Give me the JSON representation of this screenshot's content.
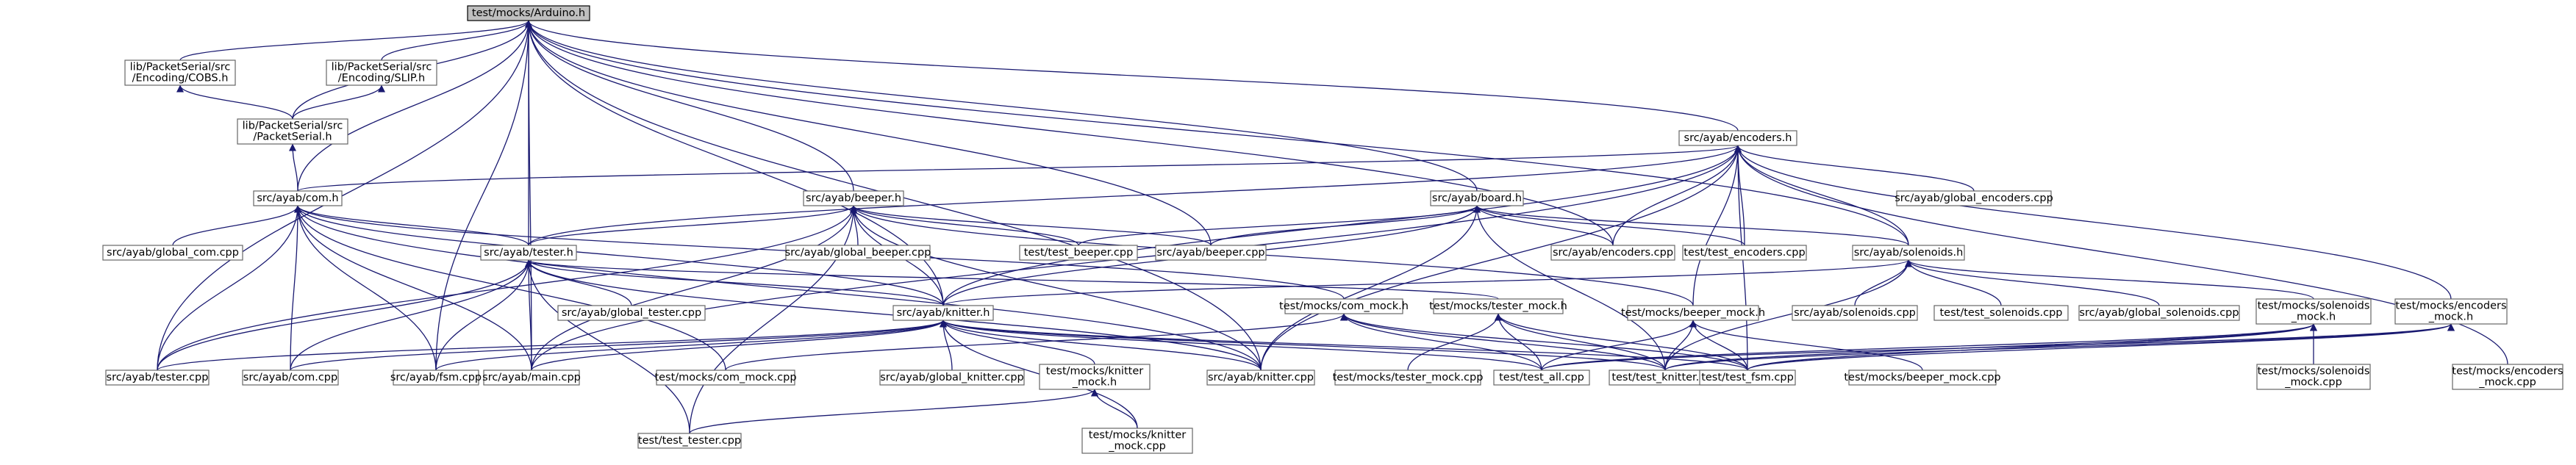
{
  "graph": {
    "colors": {
      "edge": "#191970",
      "node_border": "#666666",
      "root_fill": "#bfbfbf",
      "root_border": "#000000",
      "node_fill": "#ffffff"
    },
    "nodes": [
      {
        "id": "arduino",
        "lines": [
          "test/mocks/Arduino.h"
        ],
        "root": true
      },
      {
        "id": "cobs",
        "lines": [
          "lib/PacketSerial/src",
          "/Encoding/COBS.h"
        ]
      },
      {
        "id": "slip",
        "lines": [
          "lib/PacketSerial/src",
          "/Encoding/SLIP.h"
        ]
      },
      {
        "id": "packetserial",
        "lines": [
          "lib/PacketSerial/src",
          "/PacketSerial.h"
        ]
      },
      {
        "id": "com_h",
        "lines": [
          "src/ayab/com.h"
        ]
      },
      {
        "id": "beeper_h",
        "lines": [
          "src/ayab/beeper.h"
        ]
      },
      {
        "id": "board_h",
        "lines": [
          "src/ayab/board.h"
        ]
      },
      {
        "id": "encoders_h",
        "lines": [
          "src/ayab/encoders.h"
        ]
      },
      {
        "id": "global_encoders",
        "lines": [
          "src/ayab/global_encoders.cpp"
        ]
      },
      {
        "id": "global_com",
        "lines": [
          "src/ayab/global_com.cpp"
        ]
      },
      {
        "id": "tester_h",
        "lines": [
          "src/ayab/tester.h"
        ]
      },
      {
        "id": "global_beeper",
        "lines": [
          "src/ayab/global_beeper.cpp"
        ]
      },
      {
        "id": "test_beeper",
        "lines": [
          "test/test_beeper.cpp"
        ]
      },
      {
        "id": "beeper_cpp",
        "lines": [
          "src/ayab/beeper.cpp"
        ]
      },
      {
        "id": "encoders_cpp",
        "lines": [
          "src/ayab/encoders.cpp"
        ]
      },
      {
        "id": "test_encoders",
        "lines": [
          "test/test_encoders.cpp"
        ]
      },
      {
        "id": "solenoids_h",
        "lines": [
          "src/ayab/solenoids.h"
        ]
      },
      {
        "id": "global_tester",
        "lines": [
          "src/ayab/global_tester.cpp"
        ]
      },
      {
        "id": "knitter_h",
        "lines": [
          "src/ayab/knitter.h"
        ]
      },
      {
        "id": "com_mock_h",
        "lines": [
          "test/mocks/com_mock.h"
        ]
      },
      {
        "id": "tester_mock_h",
        "lines": [
          "test/mocks/tester_mock.h"
        ]
      },
      {
        "id": "beeper_mock_h",
        "lines": [
          "test/mocks/beeper_mock.h"
        ]
      },
      {
        "id": "solenoids_cpp",
        "lines": [
          "src/ayab/solenoids.cpp"
        ]
      },
      {
        "id": "test_solenoids",
        "lines": [
          "test/test_solenoids.cpp"
        ]
      },
      {
        "id": "global_solenoids",
        "lines": [
          "src/ayab/global_solenoids.cpp"
        ]
      },
      {
        "id": "solenoids_mock_h",
        "lines": [
          "test/mocks/solenoids",
          "_mock.h"
        ]
      },
      {
        "id": "encoders_mock_h",
        "lines": [
          "test/mocks/encoders",
          "_mock.h"
        ]
      },
      {
        "id": "tester_cpp",
        "lines": [
          "src/ayab/tester.cpp"
        ]
      },
      {
        "id": "com_cpp",
        "lines": [
          "src/ayab/com.cpp"
        ]
      },
      {
        "id": "fsm_cpp",
        "lines": [
          "src/ayab/fsm.cpp"
        ]
      },
      {
        "id": "main_cpp",
        "lines": [
          "src/ayab/main.cpp"
        ]
      },
      {
        "id": "com_mock_cpp",
        "lines": [
          "test/mocks/com_mock.cpp"
        ]
      },
      {
        "id": "global_knitter",
        "lines": [
          "src/ayab/global_knitter.cpp"
        ]
      },
      {
        "id": "knitter_mock_h",
        "lines": [
          "test/mocks/knitter",
          "_mock.h"
        ]
      },
      {
        "id": "knitter_cpp",
        "lines": [
          "src/ayab/knitter.cpp"
        ]
      },
      {
        "id": "tester_mock_cpp",
        "lines": [
          "test/mocks/tester_mock.cpp"
        ]
      },
      {
        "id": "test_all",
        "lines": [
          "test/test_all.cpp"
        ]
      },
      {
        "id": "test_knitter",
        "lines": [
          "test/test_knitter.cpp"
        ]
      },
      {
        "id": "test_fsm",
        "lines": [
          "test/test_fsm.cpp"
        ]
      },
      {
        "id": "beeper_mock_cpp",
        "lines": [
          "test/mocks/beeper_mock.cpp"
        ]
      },
      {
        "id": "solenoids_mock_cpp",
        "lines": [
          "test/mocks/solenoids",
          "_mock.cpp"
        ]
      },
      {
        "id": "encoders_mock_cpp",
        "lines": [
          "test/mocks/encoders",
          "_mock.cpp"
        ]
      },
      {
        "id": "test_tester",
        "lines": [
          "test/test_tester.cpp"
        ]
      },
      {
        "id": "knitter_mock_cpp",
        "lines": [
          "test/mocks/knitter",
          "_mock.cpp"
        ]
      }
    ],
    "edges": [
      [
        "cobs",
        "arduino"
      ],
      [
        "slip",
        "arduino"
      ],
      [
        "packetserial",
        "arduino"
      ],
      [
        "com_h",
        "arduino"
      ],
      [
        "beeper_h",
        "arduino"
      ],
      [
        "board_h",
        "arduino"
      ],
      [
        "encoders_h",
        "arduino"
      ],
      [
        "tester_h",
        "arduino"
      ],
      [
        "beeper_cpp",
        "arduino"
      ],
      [
        "encoders_cpp",
        "arduino"
      ],
      [
        "solenoids_h",
        "arduino"
      ],
      [
        "knitter_h",
        "arduino"
      ],
      [
        "tester_cpp",
        "arduino"
      ],
      [
        "fsm_cpp",
        "arduino"
      ],
      [
        "main_cpp",
        "arduino"
      ],
      [
        "knitter_cpp",
        "arduino"
      ],
      [
        "packetserial",
        "cobs"
      ],
      [
        "packetserial",
        "slip"
      ],
      [
        "com_h",
        "packetserial"
      ],
      [
        "com_h",
        "encoders_h"
      ],
      [
        "tester_h",
        "encoders_h"
      ],
      [
        "knitter_h",
        "encoders_h"
      ],
      [
        "main_cpp",
        "encoders_h"
      ],
      [
        "knitter_cpp",
        "encoders_h"
      ],
      [
        "global_encoders",
        "encoders_h"
      ],
      [
        "encoders_cpp",
        "encoders_h"
      ],
      [
        "test_encoders",
        "encoders_h"
      ],
      [
        "solenoids_h",
        "encoders_h"
      ],
      [
        "encoders_mock_h",
        "encoders_h"
      ],
      [
        "encoders_mock_cpp",
        "encoders_h"
      ],
      [
        "test_fsm",
        "encoders_h"
      ],
      [
        "beeper_mock_h",
        "encoders_h"
      ],
      [
        "global_com",
        "com_h"
      ],
      [
        "tester_h",
        "com_h"
      ],
      [
        "knitter_h",
        "com_h"
      ],
      [
        "com_mock_h",
        "com_h"
      ],
      [
        "tester_cpp",
        "com_h"
      ],
      [
        "com_cpp",
        "com_h"
      ],
      [
        "fsm_cpp",
        "com_h"
      ],
      [
        "main_cpp",
        "com_h"
      ],
      [
        "knitter_cpp",
        "com_h"
      ],
      [
        "com_mock_cpp",
        "com_h"
      ],
      [
        "tester_h",
        "beeper_h"
      ],
      [
        "global_beeper",
        "beeper_h"
      ],
      [
        "test_beeper",
        "beeper_h"
      ],
      [
        "beeper_cpp",
        "beeper_h"
      ],
      [
        "knitter_h",
        "beeper_h"
      ],
      [
        "beeper_mock_h",
        "beeper_h"
      ],
      [
        "tester_cpp",
        "beeper_h"
      ],
      [
        "main_cpp",
        "beeper_h"
      ],
      [
        "knitter_cpp",
        "beeper_h"
      ],
      [
        "test_tester",
        "beeper_h"
      ],
      [
        "test_beeper",
        "board_h"
      ],
      [
        "beeper_cpp",
        "board_h"
      ],
      [
        "encoders_cpp",
        "board_h"
      ],
      [
        "test_encoders",
        "board_h"
      ],
      [
        "solenoids_h",
        "board_h"
      ],
      [
        "knitter_h",
        "board_h"
      ],
      [
        "knitter_cpp",
        "board_h"
      ],
      [
        "test_knitter",
        "board_h"
      ],
      [
        "global_tester",
        "tester_h"
      ],
      [
        "knitter_h",
        "tester_h"
      ],
      [
        "tester_mock_h",
        "tester_h"
      ],
      [
        "tester_cpp",
        "tester_h"
      ],
      [
        "com_cpp",
        "tester_h"
      ],
      [
        "fsm_cpp",
        "tester_h"
      ],
      [
        "main_cpp",
        "tester_h"
      ],
      [
        "knitter_cpp",
        "tester_h"
      ],
      [
        "test_tester",
        "tester_h"
      ],
      [
        "solenoids_cpp",
        "solenoids_h"
      ],
      [
        "test_solenoids",
        "solenoids_h"
      ],
      [
        "global_solenoids",
        "solenoids_h"
      ],
      [
        "solenoids_mock_h",
        "solenoids_h"
      ],
      [
        "knitter_h",
        "solenoids_h"
      ],
      [
        "test_knitter",
        "solenoids_h"
      ],
      [
        "tester_cpp",
        "knitter_h"
      ],
      [
        "com_cpp",
        "knitter_h"
      ],
      [
        "fsm_cpp",
        "knitter_h"
      ],
      [
        "main_cpp",
        "knitter_h"
      ],
      [
        "global_knitter",
        "knitter_h"
      ],
      [
        "knitter_mock_h",
        "knitter_h"
      ],
      [
        "knitter_cpp",
        "knitter_h"
      ],
      [
        "test_all",
        "knitter_h"
      ],
      [
        "test_knitter",
        "knitter_h"
      ],
      [
        "test_fsm",
        "knitter_h"
      ],
      [
        "knitter_mock_cpp",
        "knitter_h"
      ],
      [
        "com_mock_cpp",
        "com_mock_h"
      ],
      [
        "test_all",
        "com_mock_h"
      ],
      [
        "test_knitter",
        "com_mock_h"
      ],
      [
        "test_fsm",
        "com_mock_h"
      ],
      [
        "tester_mock_cpp",
        "tester_mock_h"
      ],
      [
        "test_all",
        "tester_mock_h"
      ],
      [
        "test_knitter",
        "tester_mock_h"
      ],
      [
        "test_fsm",
        "tester_mock_h"
      ],
      [
        "beeper_mock_cpp",
        "beeper_mock_h"
      ],
      [
        "test_all",
        "beeper_mock_h"
      ],
      [
        "test_knitter",
        "beeper_mock_h"
      ],
      [
        "test_fsm",
        "beeper_mock_h"
      ],
      [
        "solenoids_mock_cpp",
        "solenoids_mock_h"
      ],
      [
        "test_all",
        "solenoids_mock_h"
      ],
      [
        "test_knitter",
        "solenoids_mock_h"
      ],
      [
        "test_fsm",
        "solenoids_mock_h"
      ],
      [
        "test_all",
        "encoders_mock_h"
      ],
      [
        "test_knitter",
        "encoders_mock_h"
      ],
      [
        "test_fsm",
        "encoders_mock_h"
      ],
      [
        "test_tester",
        "knitter_mock_h"
      ],
      [
        "knitter_mock_cpp",
        "knitter_mock_h"
      ]
    ]
  }
}
